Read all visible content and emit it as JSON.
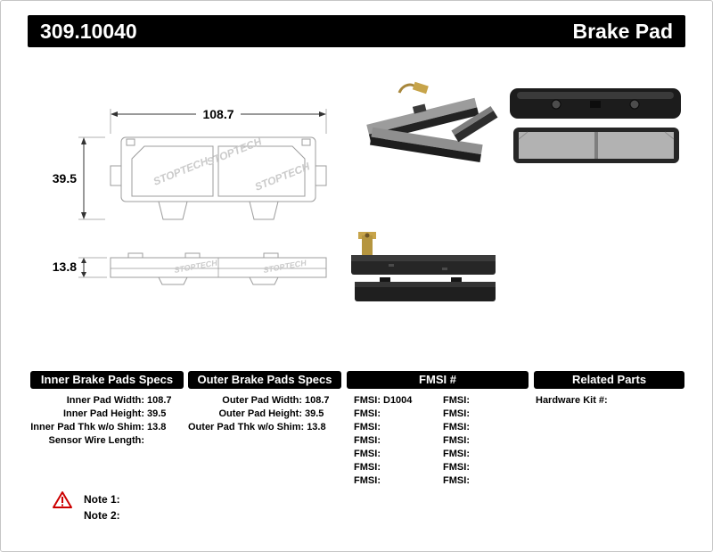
{
  "header": {
    "part_number": "309.10040",
    "product_name": "Brake Pad"
  },
  "drawing": {
    "width_dim": "108.7",
    "height_dim": "39.5",
    "thickness_dim": "13.8",
    "watermark": "STOPTECH"
  },
  "specs": {
    "inner": {
      "title": "Inner Brake Pads Specs",
      "rows": [
        {
          "label": "Inner Pad Width:",
          "value": "108.7"
        },
        {
          "label": "Inner Pad Height:",
          "value": "39.5"
        },
        {
          "label": "Inner Pad Thk w/o Shim:",
          "value": "13.8"
        },
        {
          "label": "Sensor Wire Length:",
          "value": ""
        }
      ]
    },
    "outer": {
      "title": "Outer Brake Pads Specs",
      "rows": [
        {
          "label": "Outer Pad Width:",
          "value": "108.7"
        },
        {
          "label": "Outer Pad Height:",
          "value": "39.5"
        },
        {
          "label": "Outer Pad Thk w/o Shim:",
          "value": "13.8"
        }
      ]
    },
    "fmsi": {
      "title": "FMSI #",
      "col1": [
        {
          "label": "FMSI:",
          "value": "D1004"
        },
        {
          "label": "FMSI:",
          "value": ""
        },
        {
          "label": "FMSI:",
          "value": ""
        },
        {
          "label": "FMSI:",
          "value": ""
        },
        {
          "label": "FMSI:",
          "value": ""
        },
        {
          "label": "FMSI:",
          "value": ""
        },
        {
          "label": "FMSI:",
          "value": ""
        }
      ],
      "col2": [
        {
          "label": "FMSI:",
          "value": ""
        },
        {
          "label": "FMSI:",
          "value": ""
        },
        {
          "label": "FMSI:",
          "value": ""
        },
        {
          "label": "FMSI:",
          "value": ""
        },
        {
          "label": "FMSI:",
          "value": ""
        },
        {
          "label": "FMSI:",
          "value": ""
        },
        {
          "label": "FMSI:",
          "value": ""
        }
      ]
    },
    "related": {
      "title": "Related Parts",
      "rows": [
        {
          "label": "Hardware Kit #:",
          "value": ""
        }
      ]
    }
  },
  "notes": {
    "note1": "Note 1:",
    "note2": "Note 2:"
  }
}
